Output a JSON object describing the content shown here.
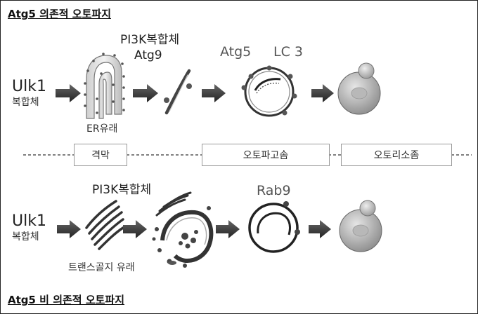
{
  "title_top": "Atg5 의존적 오토파지",
  "title_bottom": "Atg5 비 의존적 오토파지",
  "top": {
    "ulk1": "Ulk1",
    "ulk1_sub": "복합체",
    "pi3k": "PI3K복합체",
    "atg9": "Atg9",
    "atg5": "Atg5",
    "lc3": "LC 3",
    "er": "ER유래"
  },
  "stages": [
    "격막",
    "오토파고솜",
    "오토리소좀"
  ],
  "bottom": {
    "ulk1": "Ulk1",
    "ulk1_sub": "복합체",
    "pi3k": "PI3K복합체",
    "rab9": "Rab9",
    "trans": "트랜스골지 유래"
  }
}
